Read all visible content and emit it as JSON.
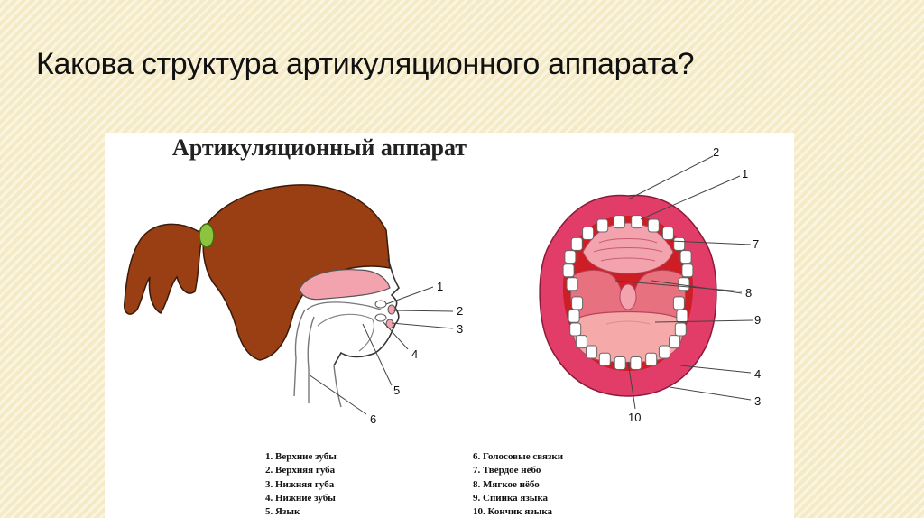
{
  "slide": {
    "title": "Какова структура артикуляционного аппарата?"
  },
  "figure": {
    "heading": "Артикуляционный аппарат",
    "side_view_callouts": [
      "1",
      "2",
      "3",
      "4",
      "5",
      "6"
    ],
    "mouth_view_callouts": [
      "2",
      "1",
      "7",
      "8",
      "9",
      "4",
      "3",
      "10"
    ],
    "legend_left": [
      "1. Верхние зубы",
      "2. Верхняя губа",
      "3. Нижняя губа",
      "4. Нижние зубы",
      "5. Язык"
    ],
    "legend_right": [
      "6. Голосовые связки",
      "7. Твёрдое нёбо",
      "8. Мягкое нёбо",
      "9. Спинка языка",
      "10. Кончик языка"
    ]
  },
  "colors": {
    "hair": "#9a3f14",
    "hair_tie": "#8cc43f",
    "lips": "#e23d69",
    "palate": "#f3a3ae",
    "tongue": "#f5a9a8",
    "throat": "#cc1e24"
  }
}
